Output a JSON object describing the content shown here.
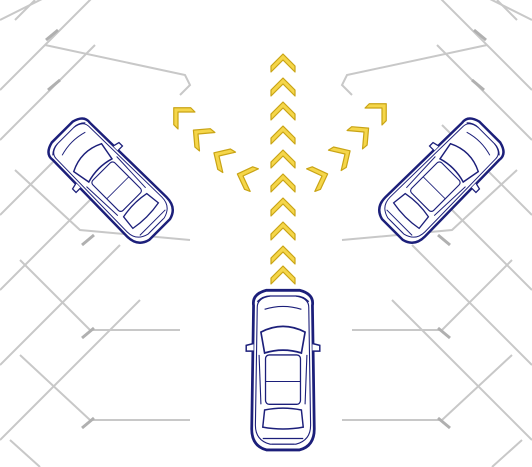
{
  "colors": {
    "background": "#ffffff",
    "stall_line": "#c8c8c8",
    "stall_dash": "#b0b0b0",
    "car_outline": "#1c1f7a",
    "arrow_fill": "#f5d64a",
    "arrow_stroke": "#c9a415"
  },
  "icons": {
    "chevron": "chevron-up-icon",
    "car": "car-top-view-icon"
  },
  "scene": {
    "arrow_paths": [
      "left",
      "straight",
      "right"
    ],
    "parked_cars": [
      "left",
      "right"
    ],
    "moving_car": "center"
  }
}
